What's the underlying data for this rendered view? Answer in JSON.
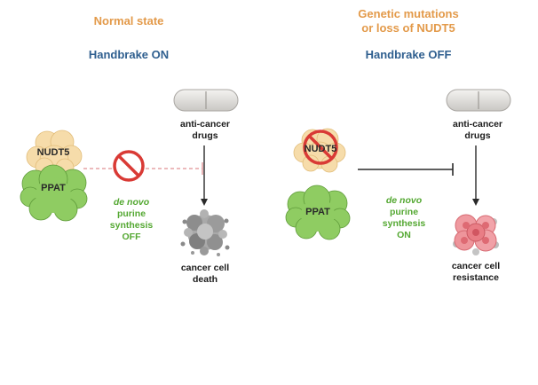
{
  "left_panel": {
    "state_title": "Normal state",
    "handbrake": "Handbrake ON",
    "protein_top": "NUDT5",
    "protein_bottom": "PPAT",
    "pathway_line1": "de novo",
    "pathway_line2": "purine",
    "pathway_line3": "synthesis",
    "pathway_line4": "OFF",
    "drug_line1": "anti-cancer",
    "drug_line2": "drugs",
    "outcome_line1": "cancer cell",
    "outcome_line2": "death"
  },
  "right_panel": {
    "state_title_line1": "Genetic mutations",
    "state_title_line2": "or loss of NUDT5",
    "handbrake": "Handbrake OFF",
    "protein_top": "NUDT5",
    "protein_bottom": "PPAT",
    "pathway_line1": "de novo",
    "pathway_line2": "purine",
    "pathway_line3": "synthesis",
    "pathway_line4": "ON",
    "drug_line1": "anti-cancer",
    "drug_line2": "drugs",
    "outcome_line1": "cancer cell",
    "outcome_line2": "resistance"
  },
  "colors": {
    "title_orange": "#e39a4a",
    "handbrake_blue": "#2f5f8f",
    "pathway_green": "#54a832",
    "nudt5_fill": "#f6dcaa",
    "ppat_fill": "#8fcc62",
    "prohibition_red": "#d93a35"
  }
}
